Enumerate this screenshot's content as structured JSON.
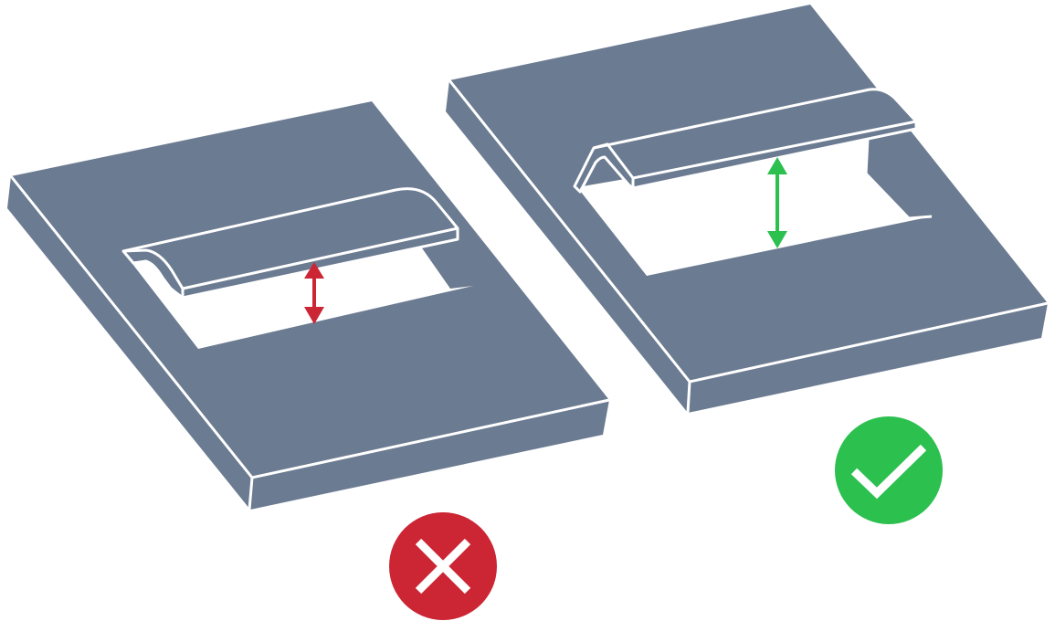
{
  "diagram": {
    "panels": [
      {
        "id": "incorrect",
        "verdict": "wrong",
        "icon": "x-mark-icon",
        "arrow": "short-clearance-arrow"
      },
      {
        "id": "correct",
        "verdict": "right",
        "icon": "check-mark-icon",
        "arrow": "tall-clearance-arrow"
      }
    ]
  },
  "colors": {
    "plate": "#6b7b91",
    "outline": "#ffffff",
    "wrong": "#cc2534",
    "right": "#2cc04f"
  }
}
